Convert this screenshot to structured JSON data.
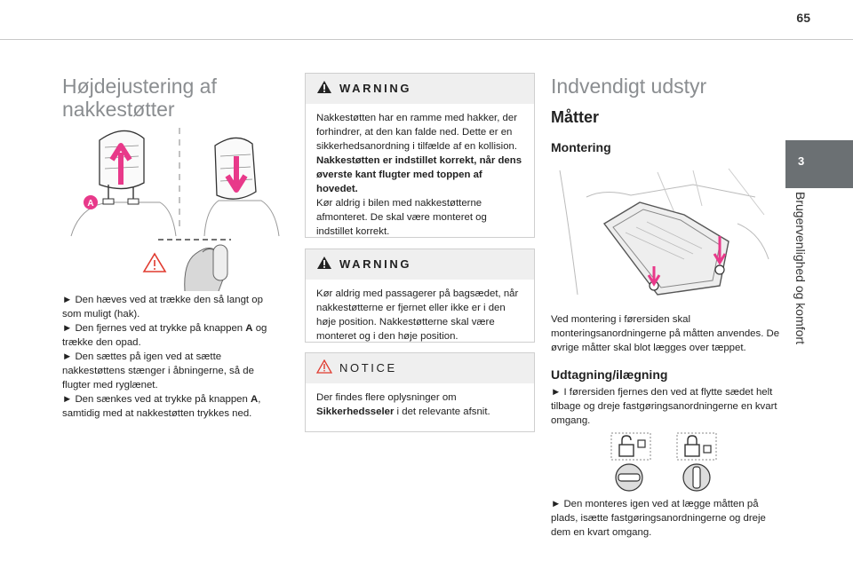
{
  "page": {
    "number": "65"
  },
  "side_tab": {
    "number": "3",
    "label": "Brugervenlighed og komfort"
  },
  "left": {
    "title_line1": "Højdejustering af",
    "title_line2": "nakkestøtter",
    "figure_label": "A",
    "bullets": [
      {
        "pre": "► Den hæves ved at trække den så langt op som muligt (hak).",
        "bold": "",
        "post": ""
      },
      {
        "pre": "► Den fjernes ved at trykke på knappen ",
        "bold": "A",
        "post": " og trække den opad."
      },
      {
        "pre": "► Den sættes på igen ved at sætte nakkestøttens stænger i åbningerne, så de flugter med ryglænet.",
        "bold": "",
        "post": ""
      },
      {
        "pre": "► Den sænkes ved at trykke på knappen ",
        "bold": "A",
        "post": ", samtidig med at nakkestøtten trykkes ned."
      }
    ]
  },
  "middle": {
    "warning1": {
      "title": "WARNING",
      "text1": "Nakkestøtten har en ramme med hakker, der forhindrer, at den kan falde ned. Dette er en sikkerhedsanordning i tilfælde af en kollision.",
      "bold": "Nakkestøtten er indstillet korrekt, når dens øverste kant flugter med toppen af hovedet.",
      "text2": "Kør aldrig i bilen med nakkestøtterne afmonteret. De skal være monteret og indstillet korrekt."
    },
    "warning2": {
      "title": "WARNING",
      "text": "Kør aldrig med passagerer på bagsædet, når nakkestøtterne er fjernet eller ikke er i den høje position. Nakkestøtterne skal være monteret og i den høje position."
    },
    "notice": {
      "title": "NOTICE",
      "text_pre": "Der findes flere oplysninger om ",
      "text_bold": "Sikkerhedsseler",
      "text_post": " i det relevante afsnit."
    }
  },
  "right": {
    "title": "Indvendigt udstyr",
    "subtitle": "Måtter",
    "section1": "Montering",
    "para1": "Ved montering i førersiden skal monteringsanordningerne på måtten anvendes. De øvrige måtter skal blot lægges over tæppet.",
    "section2": "Udtagning/ilægning",
    "para2": "► I førersiden fjernes den ved at flytte sædet helt tilbage og dreje fastgøringsanordningerne en kvart omgang.",
    "para3": "► Den monteres igen ved at lægge måtten på plads, isætte fastgøringsanordningerne og dreje dem en kvart omgang."
  },
  "colors": {
    "accent": "#e8398a",
    "warning_red": "#e03a2f",
    "tab_gray": "#6b7073"
  }
}
